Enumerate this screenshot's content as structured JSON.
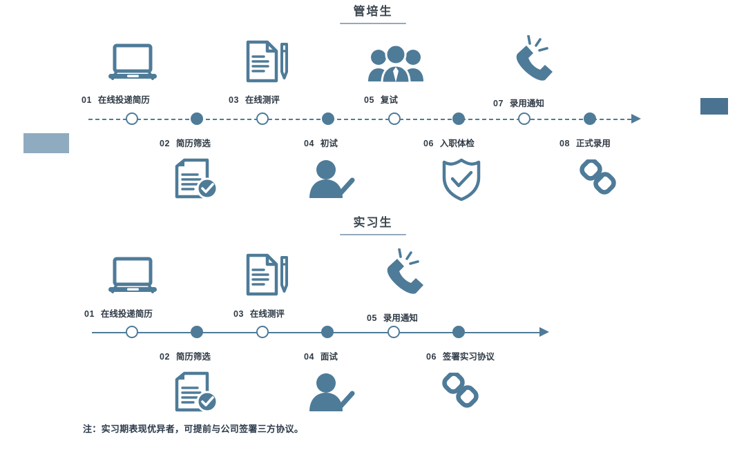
{
  "theme": {
    "icon_color": "#4e7b98",
    "line_color": "#4e7b98",
    "title_color": "#3b4650",
    "rule_color": "#93a8ba",
    "text_color": "#2f3a45",
    "edge_block_left_color": "#8fabc0",
    "edge_block_right_color": "#4a7391",
    "background": "#ffffff"
  },
  "sections": [
    {
      "title": "管培生",
      "line_style": "dashed",
      "steps": [
        {
          "num": "01",
          "label": "在线投递简历",
          "icon": "laptop-icon",
          "position": "above",
          "node": "hollow"
        },
        {
          "num": "02",
          "label": "简历筛选",
          "icon": "document-check-icon",
          "position": "below",
          "node": "solid"
        },
        {
          "num": "03",
          "label": "在线测评",
          "icon": "document-pen-icon",
          "position": "above",
          "node": "hollow"
        },
        {
          "num": "04",
          "label": "初试",
          "icon": "person-check-icon",
          "position": "below",
          "node": "solid"
        },
        {
          "num": "05",
          "label": "复试",
          "icon": "people-group-icon",
          "position": "above",
          "node": "hollow"
        },
        {
          "num": "06",
          "label": "入职体检",
          "icon": "shield-check-icon",
          "position": "below",
          "node": "solid"
        },
        {
          "num": "07",
          "label": "录用通知",
          "icon": "ringing-phone-icon",
          "position": "above",
          "node": "hollow"
        },
        {
          "num": "08",
          "label": "正式录用",
          "icon": "chain-link-icon",
          "position": "below",
          "node": "solid"
        }
      ]
    },
    {
      "title": "实习生",
      "line_style": "solid",
      "steps": [
        {
          "num": "01",
          "label": "在线投递简历",
          "icon": "laptop-icon",
          "position": "above",
          "node": "hollow"
        },
        {
          "num": "02",
          "label": "简历筛选",
          "icon": "document-check-icon",
          "position": "below",
          "node": "solid"
        },
        {
          "num": "03",
          "label": "在线测评",
          "icon": "document-pen-icon",
          "position": "above",
          "node": "hollow"
        },
        {
          "num": "04",
          "label": "面试",
          "icon": "person-check-icon",
          "position": "below",
          "node": "solid"
        },
        {
          "num": "05",
          "label": "录用通知",
          "icon": "ringing-phone-icon",
          "position": "above",
          "node": "hollow"
        },
        {
          "num": "06",
          "label": "签署实习协议",
          "icon": "chain-link-icon",
          "position": "below",
          "node": "solid"
        }
      ]
    }
  ],
  "footer_note": "注：实习期表现优异者，可提前与公司签署三方协议。"
}
